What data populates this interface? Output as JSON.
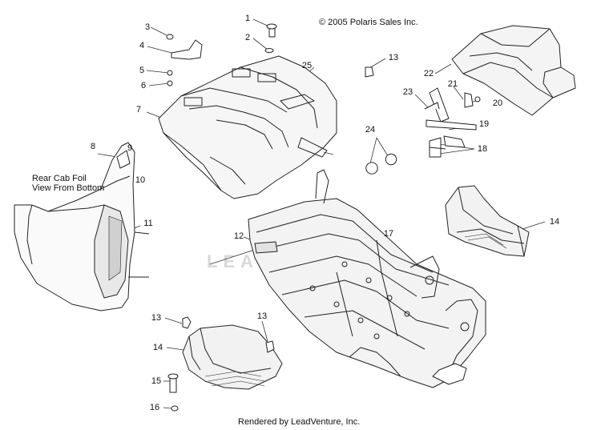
{
  "copyright": "© 2005 Polaris Sales Inc.",
  "footer": "Rendered by LeadVenture, Inc.",
  "inset_caption": [
    "Rear Cab Foil",
    "View From Bottom"
  ],
  "watermark": "LEADVENTURE",
  "callouts": {
    "c1": "1",
    "c2": "2",
    "c3": "3",
    "c4": "4",
    "c5": "5",
    "c6": "6",
    "c7": "7",
    "c8": "8",
    "c9": "9",
    "c10": "10",
    "c11": "11",
    "c12": "12",
    "c13a": "13",
    "c13b": "13",
    "c13c": "13",
    "c14a": "14",
    "c14b": "14",
    "c15": "15",
    "c16": "16",
    "c17": "17",
    "c18": "18",
    "c19": "19",
    "c20": "20",
    "c21": "21",
    "c22": "22",
    "c23": "23",
    "c24": "24",
    "c25": "25"
  }
}
